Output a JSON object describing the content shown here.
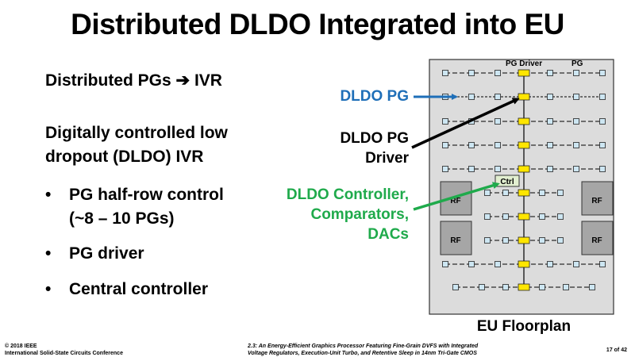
{
  "slide": {
    "title": "Distributed DLDO Integrated into EU",
    "line1": "Distributed PGs ➔ IVR",
    "line2a": "Digitally controlled low",
    "line2b": "dropout (DLDO) IVR",
    "bullets": [
      {
        "line1": "PG half-row control",
        "line2": "(~8 – 10 PGs)"
      },
      {
        "line1": "PG driver",
        "line2": ""
      },
      {
        "line1": "Central controller",
        "line2": ""
      }
    ],
    "bullet_char": "•"
  },
  "diagram": {
    "labels": {
      "dldo_pg": "DLDO PG",
      "driver_1": "DLDO PG",
      "driver_2": "Driver",
      "ctrl_1": "DLDO Controller,",
      "ctrl_2": "Comparators,",
      "ctrl_3": "DACs"
    },
    "top_pg_driver": "PG Driver",
    "top_pg": "PG",
    "ctrl_box": "Ctrl",
    "rf": "RF",
    "caption": "EU Floorplan",
    "colors": {
      "blue": "#1f6fb8",
      "green": "#1faa4b",
      "driver_fill": "#ffe600",
      "pg_fill": "#cde6f2",
      "floor": "#dcdcdc",
      "rf": "#a6a6a6"
    }
  },
  "footer": {
    "left1": "© 2018 IEEE",
    "left2": "International Solid-State Circuits Conference",
    "mid1": "2.3: An Energy-Efficient Graphics Processor Featuring Fine-Grain DVFS with Integrated",
    "mid2": "Voltage Regulators, Execution-Unit Turbo, and Retentive Sleep in 14nm Tri-Gate CMOS",
    "page": "17 of 42"
  }
}
